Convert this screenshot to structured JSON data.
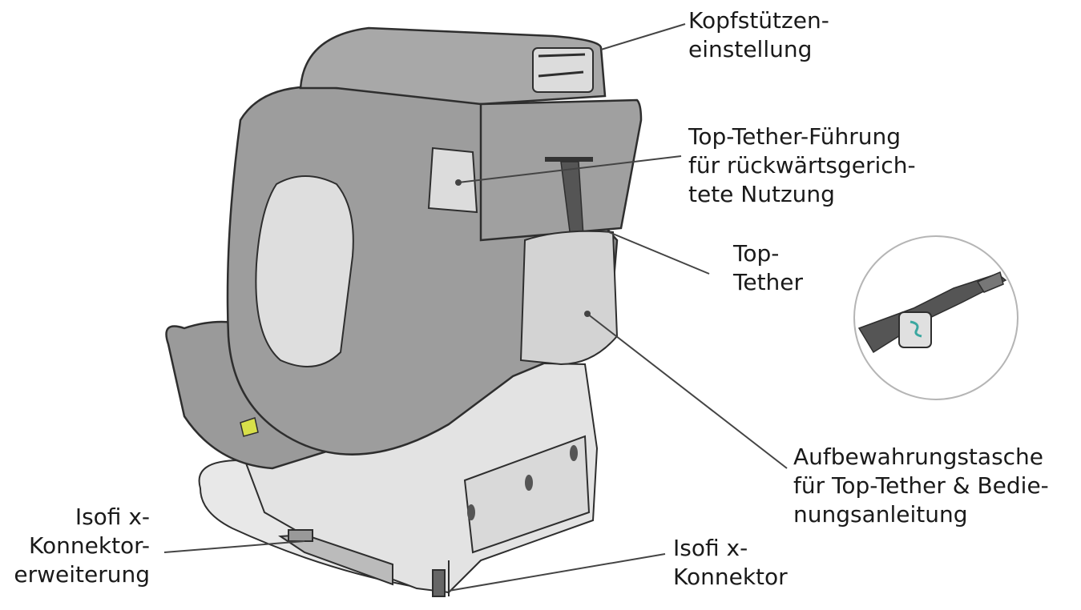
{
  "colors": {
    "outline": "#2e2e2e",
    "shell_dark": "#8e8e8e",
    "shell_mid": "#a5a5a5",
    "fabric_light": "#cfcfcf",
    "fabric_pale": "#dedede",
    "base": "#e3e3e3",
    "accent_green": "#d8e04a",
    "tether_strap": "#555555",
    "callout_line": "#444444"
  },
  "icons": [
    "car-seat-illustration",
    "top-tether-detail-inset"
  ],
  "labels": {
    "headrest": [
      "Kopfstützen-",
      "einstellung"
    ],
    "top_tether_guide": [
      "Top-Tether-Führung",
      "für rückwärtsgerich-",
      "tete Nutzung"
    ],
    "top_tether": [
      "Top-",
      "Tether"
    ],
    "storage_pocket": [
      "Aufbewahrungstasche",
      "für Top-Tether & Bedie-",
      "nungsanleitung"
    ],
    "isofix_extension": [
      "Isofi x-",
      "Konnektor-",
      "erweiterung"
    ],
    "isofix_connector": [
      "Isofi x-",
      "Konnektor"
    ]
  }
}
